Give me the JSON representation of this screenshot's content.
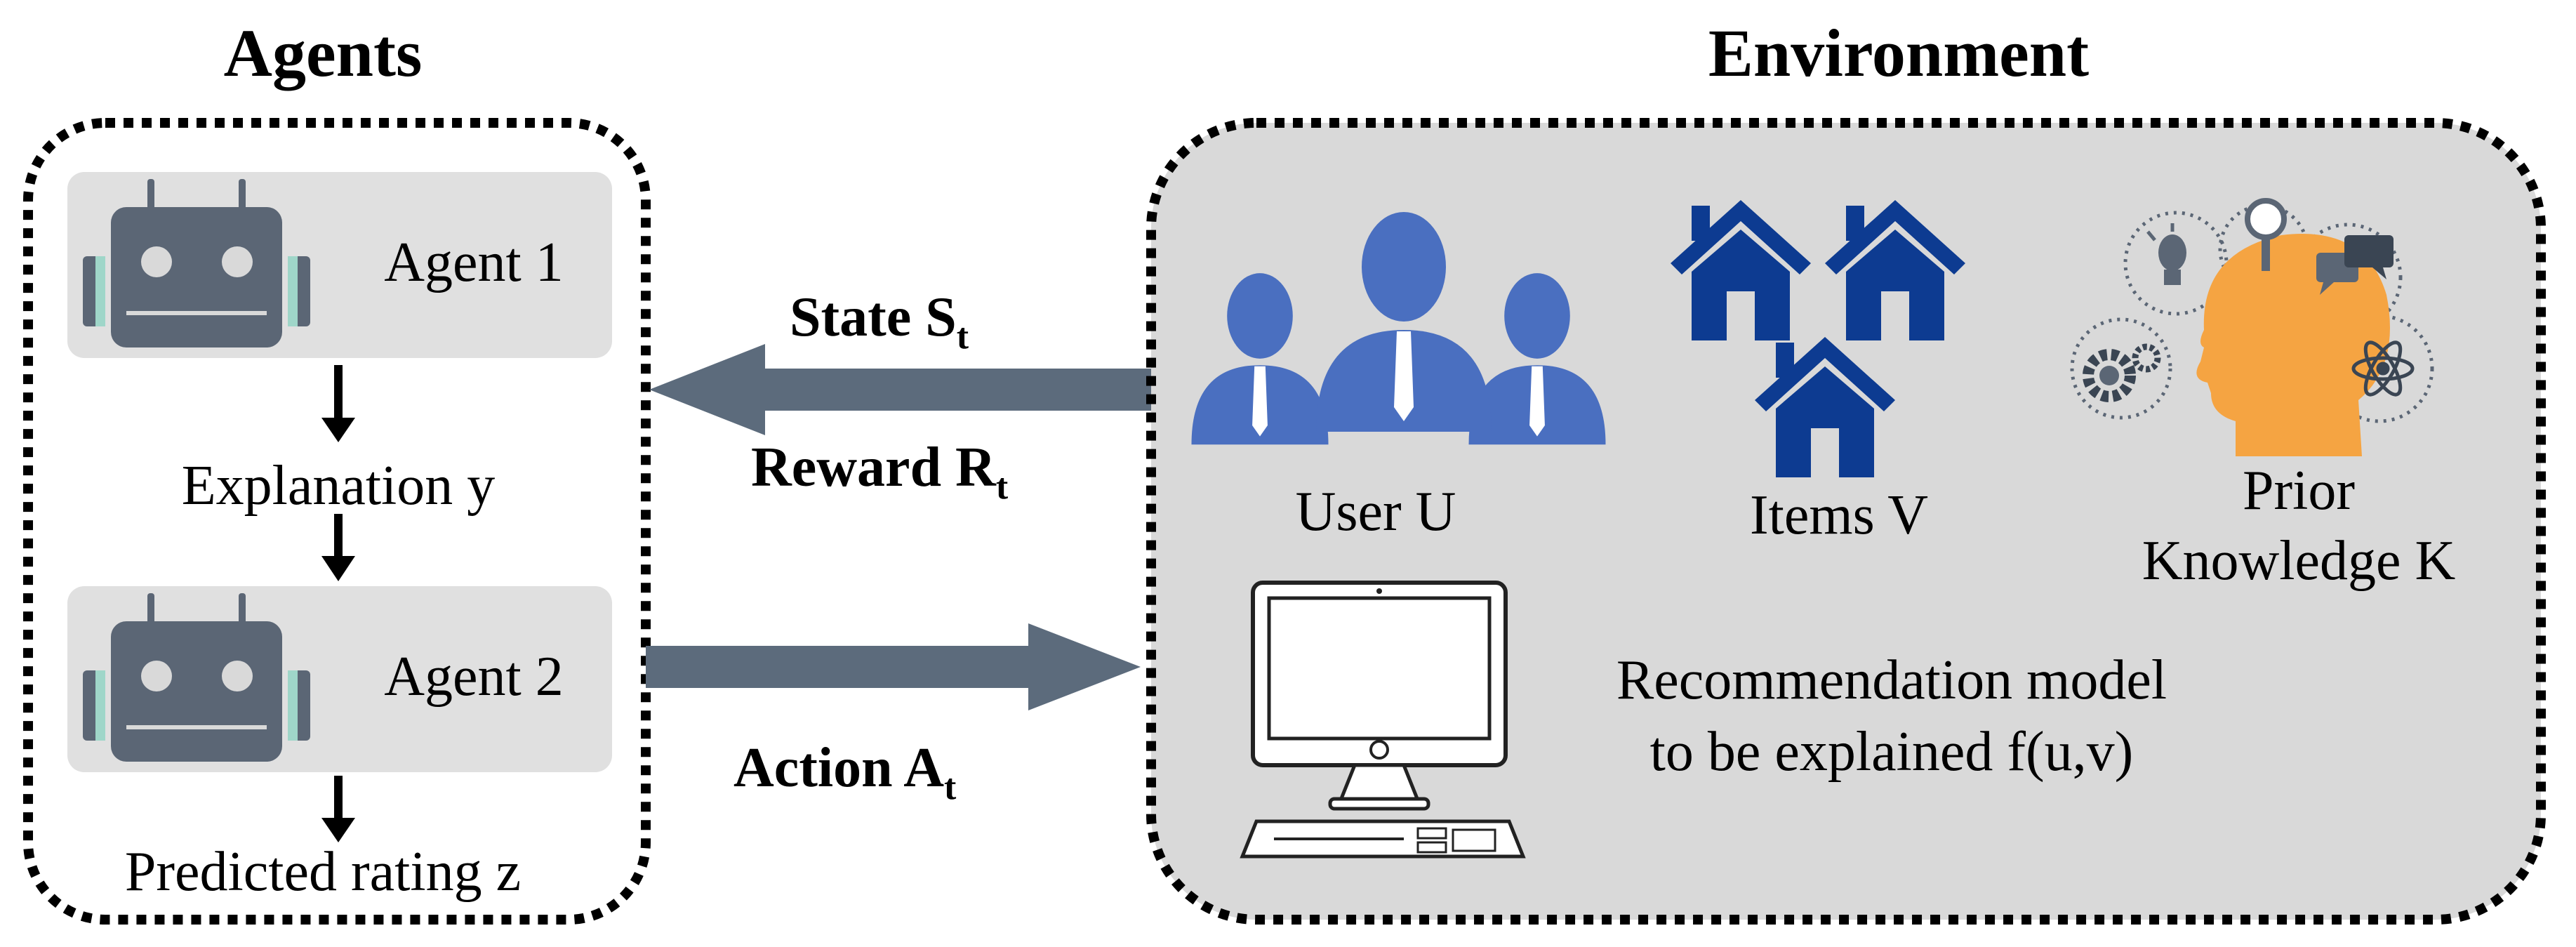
{
  "agents": {
    "title": "Agents",
    "agent1_label": "Agent 1",
    "agent2_label": "Agent 2",
    "explanation_label": "Explanation y",
    "predicted_label": "Predicted rating z"
  },
  "environment": {
    "title": "Environment",
    "user_label": "User U",
    "items_label": "Items V",
    "prior_line1": "Prior",
    "prior_line2": "Knowledge K",
    "model_line1": "Recommendation model",
    "model_line2": "to be explained f(u,v)"
  },
  "arrows": {
    "state_label": "State S",
    "state_sub": "t",
    "reward_label": "Reward R",
    "reward_sub": "t",
    "action_label": "Action A",
    "action_sub": "t"
  },
  "icons": [
    "robot-icon",
    "user-group-icon",
    "house-icon",
    "head-knowledge-icon",
    "computer-icon",
    "gear-icon",
    "atom-icon",
    "lightbulb-icon",
    "chat-icon"
  ],
  "colors": {
    "panel_fill": "#d9d9d9",
    "agent_box_fill": "#e0e0e0",
    "robot": "#5b6675",
    "robot_accent": "#9fd6c9",
    "arrow": "#5c6b7c",
    "user_blue": "#4a6fc0",
    "house_blue": "#0d3b91",
    "head_orange": "#f5a442"
  }
}
